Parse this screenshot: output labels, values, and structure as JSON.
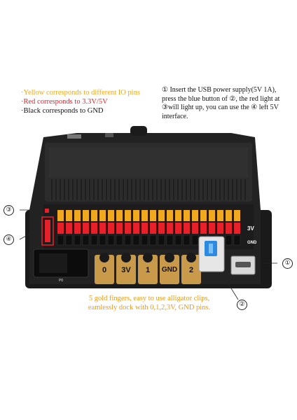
{
  "legend": {
    "yellow": "·Yellow corresponds to different IO pins",
    "red": "·Red corresponds to 3.3V/5V",
    "black": "·Black corresponds to GND",
    "colors": {
      "yellow": "#f0a81e",
      "red": "#e8202a",
      "black": "#111111"
    }
  },
  "instruction": {
    "text": "① Insert the USB power supply(5V 1A), press the blue button of ②, the red light at ③will light up, you can use the ④ left 5V interface."
  },
  "callouts": {
    "c1": "①",
    "c2": "②",
    "c3": "③",
    "c4": "④"
  },
  "bottom_note": {
    "line1": "5 gold fingers, easy to use alligator clips,",
    "line2": "eamlessly dock with 0,1,2,3V, GND pins."
  },
  "board": {
    "pads": [
      "0",
      "3V",
      "1",
      "GND",
      "2"
    ],
    "side_labels": {
      "v3": "3V",
      "gnd": "GND"
    },
    "port_label": "P0"
  }
}
